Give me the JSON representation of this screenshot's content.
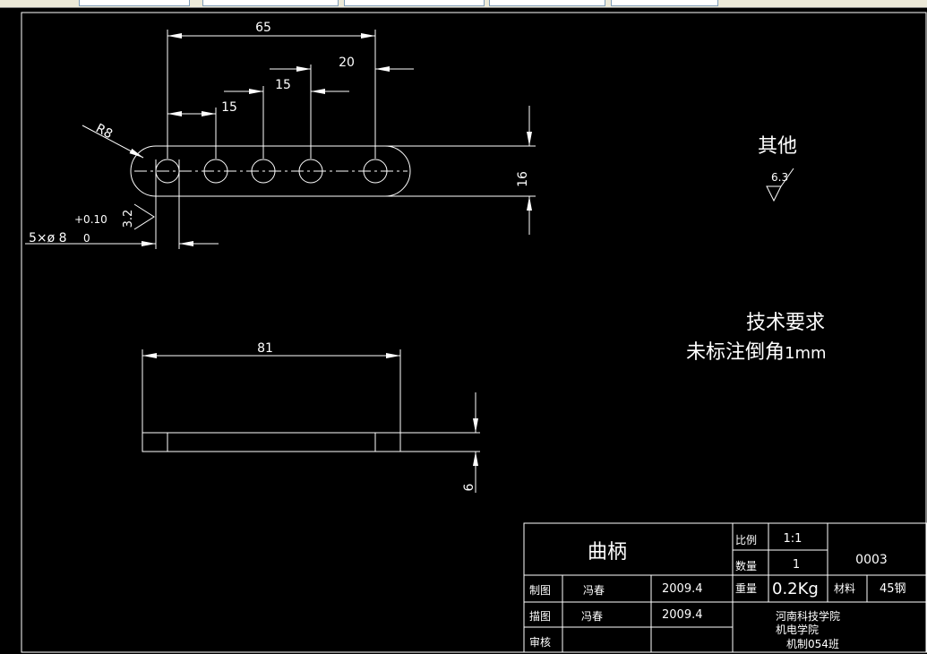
{
  "colors": {
    "background": "#000000",
    "line": "#ffffff",
    "toolbar": "#ece9d8"
  },
  "toolbar": {
    "fields": [
      "",
      "",
      "",
      "",
      ""
    ]
  },
  "dimensions": {
    "d65": "65",
    "d20": "20",
    "d15a": "15",
    "d15b": "15",
    "r8": "R8",
    "d16": "16",
    "d32": "3.2",
    "tol": "+0.10",
    "tolzero": "0",
    "holes": "5×ø 8",
    "d81": "81",
    "d6": "6"
  },
  "annotations": {
    "other_title": "其他",
    "roughness": "6.3",
    "tech_title": "技术要求",
    "tech_note_cn": "未标注倒角",
    "tech_note_unit": "1mm"
  },
  "title_block": {
    "part_name": "曲柄",
    "scale_label": "比例",
    "scale_value": "1:1",
    "qty_label": "数量",
    "qty_value": "1",
    "drawing_no": "0003",
    "weight_label": "重量",
    "weight_value": "0.2Kg",
    "material_label": "材料",
    "material_value": "45钢",
    "drawn_label": "制图",
    "drawn_name": "冯春",
    "drawn_date": "2009.4",
    "traced_label": "描图",
    "traced_name": "冯春",
    "traced_date": "2009.4",
    "checked_label": "审核",
    "school_1": "河南科技学院",
    "school_2": "机电学院",
    "school_3": "机制054班"
  }
}
